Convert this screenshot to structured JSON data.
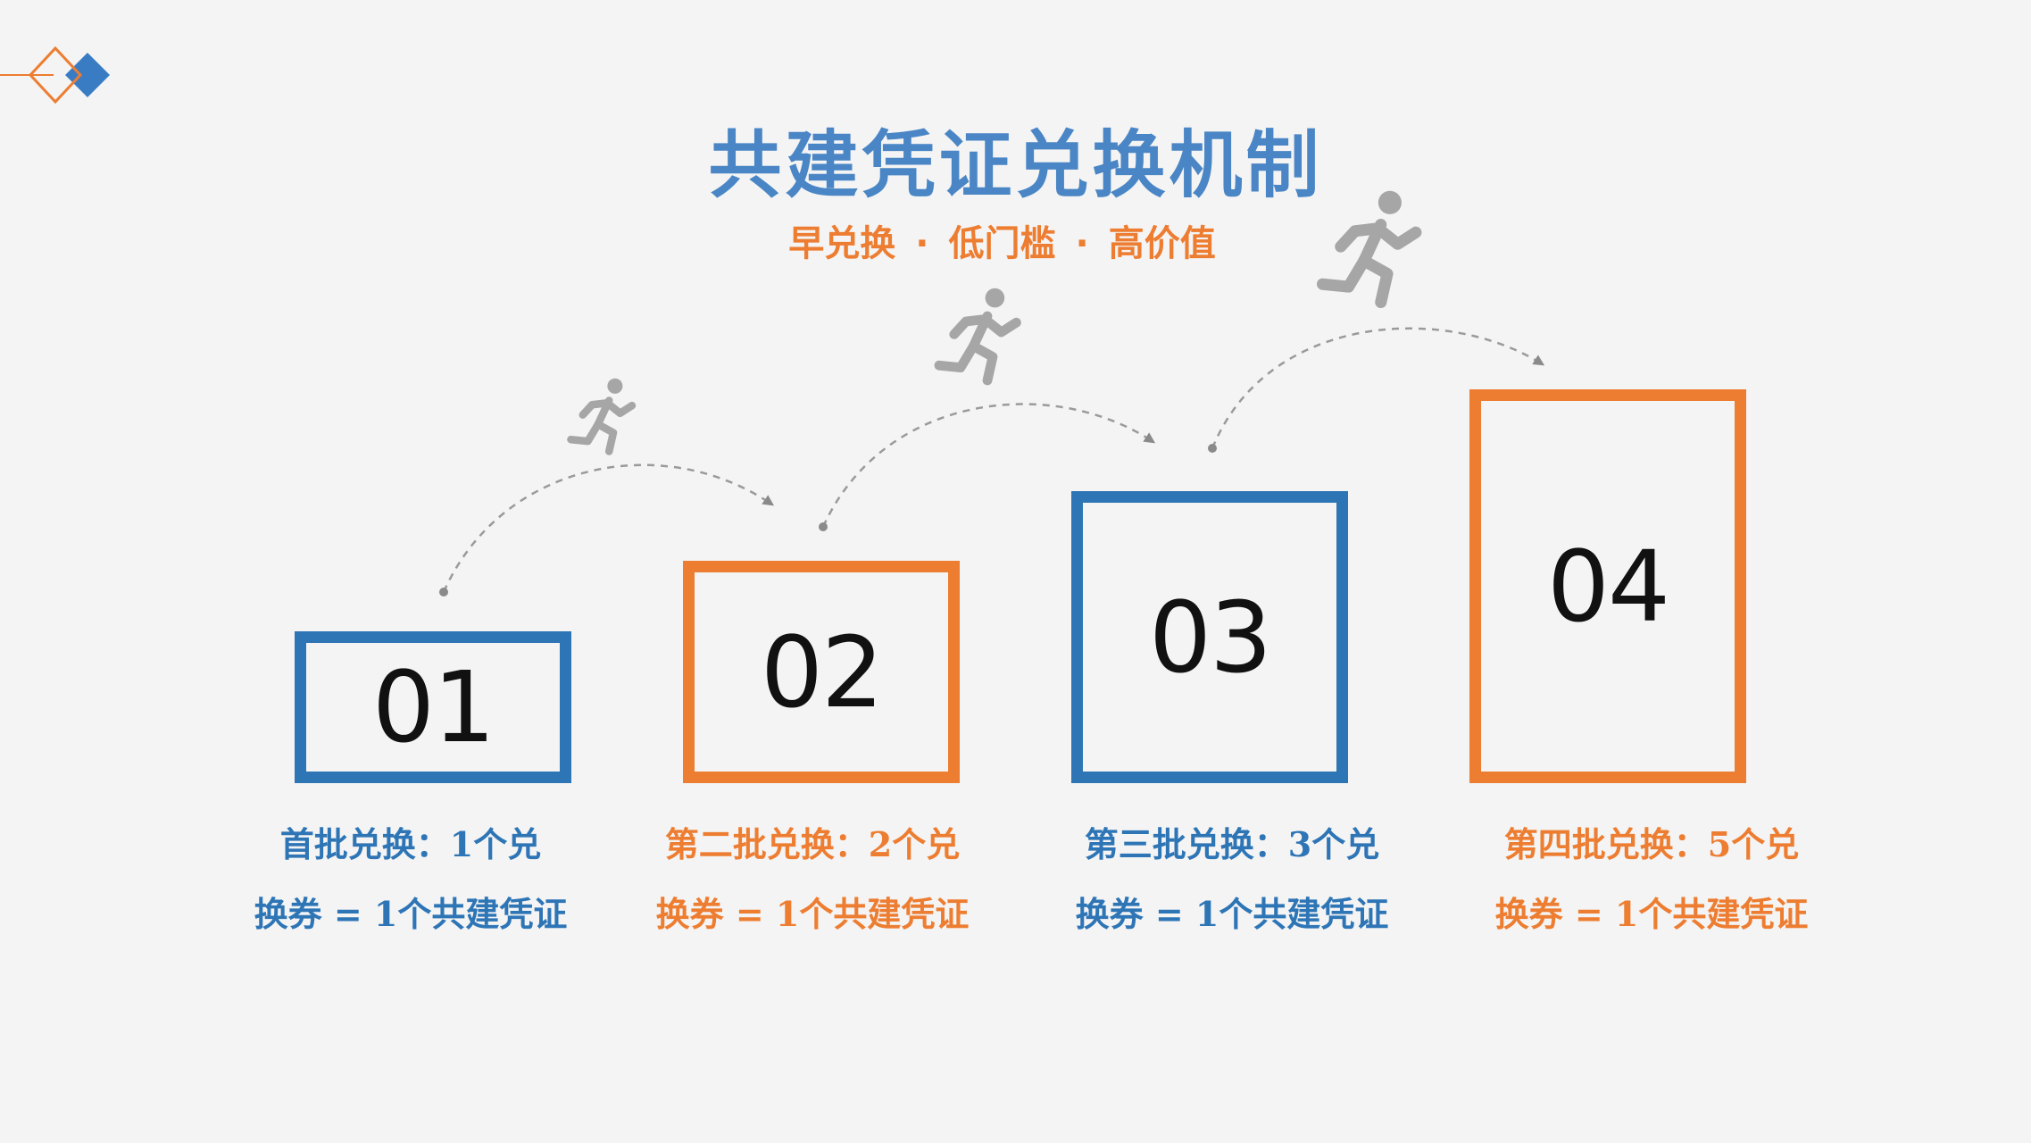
{
  "title": "共建凭证兑换机制",
  "subtitle": {
    "items": [
      "早兑换",
      "低门槛",
      "高价值"
    ],
    "separator": "·"
  },
  "colors": {
    "blue": "#2e75b6",
    "orange": "#ed7d31",
    "title_blue": "#4a86c5",
    "runner_gray": "#a6a6a6",
    "background": "#f4f4f4"
  },
  "icons": {
    "logo": "diamond-logo-icon",
    "runner": "running-person-icon",
    "connector": "dashed-arc-arrow"
  },
  "steps": [
    {
      "number": "01",
      "color": "blue",
      "line1": "首批兑换：1个兑",
      "line2": "换券 = 1个共建凭证"
    },
    {
      "number": "02",
      "color": "orange",
      "line1": "第二批兑换：2个兑",
      "line2": "换券 = 1个共建凭证"
    },
    {
      "number": "03",
      "color": "blue",
      "line1": "第三批兑换：3个兑",
      "line2": "换券 = 1个共建凭证"
    },
    {
      "number": "04",
      "color": "orange",
      "line1": "第四批兑换：5个兑",
      "line2": "换券 = 1个共建凭证"
    }
  ]
}
